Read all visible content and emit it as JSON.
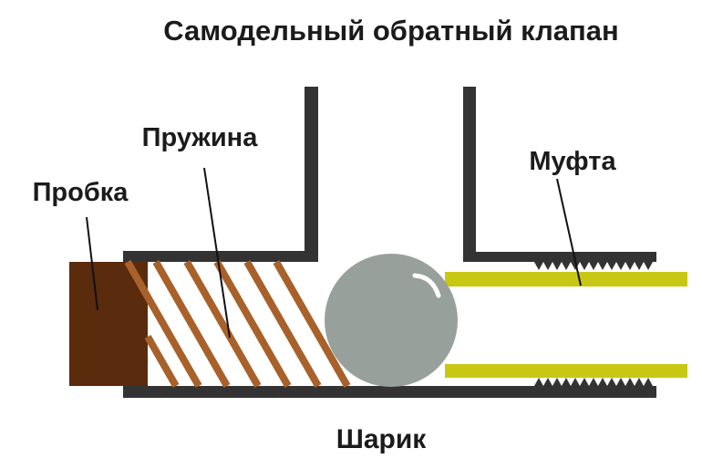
{
  "title": "Самодельный обратный клапан",
  "labels": {
    "plug": "Пробка",
    "spring": "Пружина",
    "coupling": "Муфта",
    "ball": "Шарик"
  },
  "colors": {
    "background": "#ffffff",
    "wall": "#333333",
    "plug": "#5a2b0c",
    "spring": "#a8612a",
    "ball": "#97a09a",
    "ball_highlight": "#ffffff",
    "coupling_pipe": "#c8c814",
    "leader_line": "#111111",
    "text": "#1b1b1b"
  }
}
